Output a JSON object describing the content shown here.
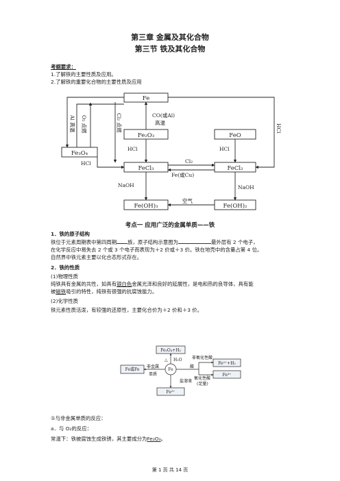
{
  "title": "第三章 金属及其化合物",
  "subtitle": "第三节 铁及其化合物",
  "outline": {
    "heading": "考纲要求：",
    "items": [
      "1.了解铁的主要性质及应用。",
      "2.了解铁的重要化合物的主要性质及应用"
    ]
  },
  "diagram1": {
    "nodes": {
      "fe": "Fe",
      "fe2o3": "Fe₂O₃",
      "feo": "FeO",
      "fe3o4": "Fe₃O₄",
      "fecl3": "FeCl₃",
      "fecl2": "FeCl₂",
      "feoh3": "Fe(OH)₃",
      "feoh2": "Fe(OH)₂"
    },
    "labels": {
      "al_high_temp": "Al 高温",
      "o2_ignite": "O₂ 点燃",
      "cl2_ignite": "Cl₂ 点燃",
      "co_or_al": "CO(或Al)",
      "high_temp": "高温",
      "hcl_left": "HCl",
      "hcl_mid": "HCl",
      "hcl_right": "HCl",
      "hcl_far_right": "HCl",
      "cl2_top": "Cl₂",
      "fe_or_cu": "Fe(或Cu)",
      "naoh_left": "NaOH",
      "naoh_right": "NaOH",
      "air": "空气"
    }
  },
  "section": {
    "title": "考点一  应用广泛的金属单质——铁",
    "h1": "1．铁的原子结构",
    "p1a": "铁位于元素周期表中第四周期",
    "p1b": "族，原子结构示意图为",
    "p1c": "最外层有 2 个电子，",
    "p1d": "在化学反应中易失去 2 个或 3 个电子而表现为＋2 价或＋3 价。铁在地壳中的含量占第 4 位。",
    "p1e": "自然界中铁元素主要以化合态形式存在。",
    "h2": "2．铁的性质",
    "sub1": "(1)物理性质",
    "p2a": "纯铁具有金属的共性，如具有",
    "p2b": "银白色",
    "p2c": "金属光泽和良好的延展性，是电和热的良导体，具有能",
    "p2d": "被",
    "p2e": "磁铁",
    "p2f": "吸引的特性，纯铁有很强的抗腐蚀能力。",
    "sub2": "(2)化学性质",
    "p3": "铁元素性质活泼，有较强的还原性，主要化合价为＋2 价和＋3 价。",
    "item1": "①与非金属单质的反应：",
    "item_a": "a．与 O₂的反应：",
    "item_room_a": "常温下：铁被腐蚀生成铁锈，其主要成分为",
    "item_room_b": "Fe₂O₃",
    "item_room_c": "。"
  },
  "diagram2": {
    "fe": "Fe",
    "top": "Fe₃O₄+H₂",
    "h2o": "H₂O",
    "delta": "△",
    "left_box": "Fe或Fe",
    "left_label1": "非金属",
    "left_label2": "单质",
    "salt": "盐溶液",
    "bottom": "Fe²⁺",
    "r1": "非氧化性酸",
    "r1_box": "Fe²⁺+H₂",
    "r2": "氧化性酸",
    "r2b": "(足量)",
    "r2_box": "Fe³⁺",
    "acid": "酸"
  },
  "footer": "第 1 页 共 14 页"
}
